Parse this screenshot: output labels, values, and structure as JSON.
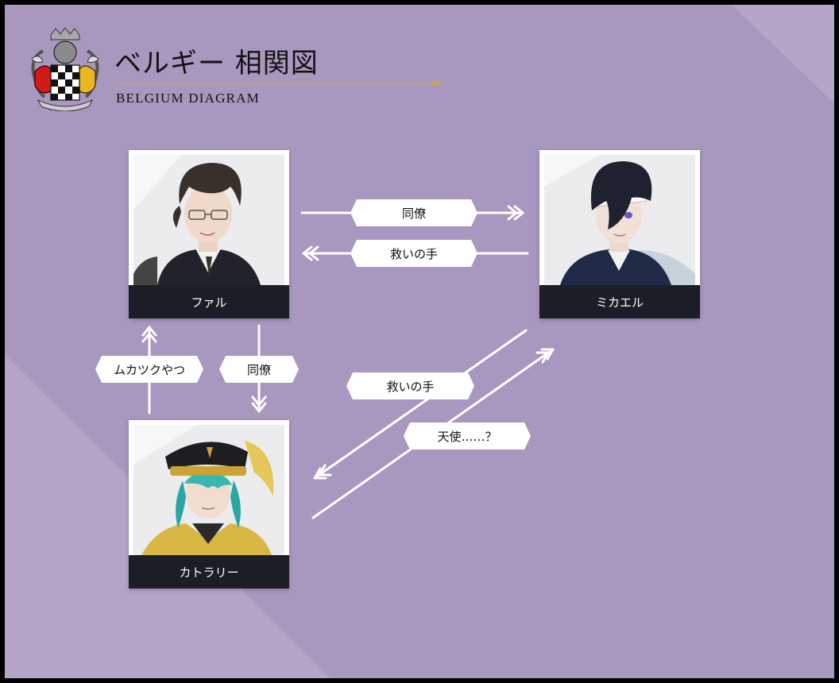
{
  "header": {
    "title": "ベルギー 相関図",
    "subtitle": "BELGIUM DIAGRAM",
    "crest_icon": "belgium-crest-icon"
  },
  "colors": {
    "background": "#a898bf",
    "frame": "#000000",
    "card_bar": "#1b1d27",
    "gold_rule": "#c9a45c",
    "arrow": "#ffffff"
  },
  "characters": {
    "fal": {
      "name": "ファル"
    },
    "mikael": {
      "name": "ミカエル"
    },
    "cutlery": {
      "name": "カトラリー"
    }
  },
  "relations": {
    "fal_to_mikael": "同僚",
    "mikael_to_fal": "救いの手",
    "cutlery_to_fal": "ムカツクやつ",
    "fal_to_cutlery": "同僚",
    "mikael_to_cutlery": "救いの手",
    "cutlery_to_mikael": "天使……？"
  }
}
